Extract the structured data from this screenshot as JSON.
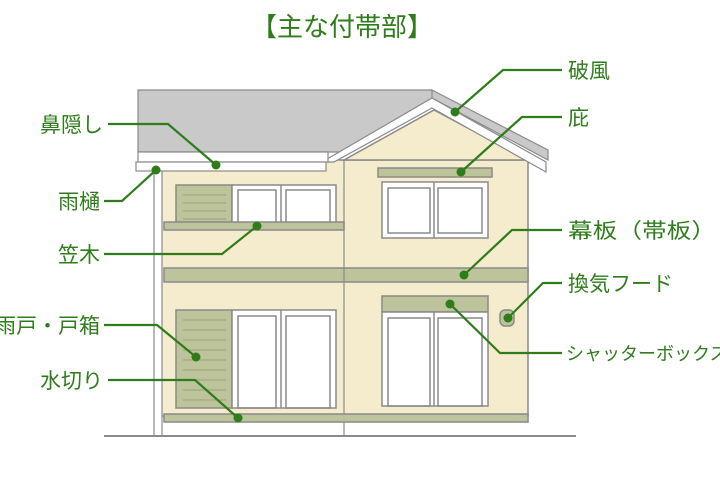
{
  "title": "【主な付帯部】",
  "labels": {
    "hafu": "破風",
    "hisashi": "庇",
    "hanakakushi": "鼻隠し",
    "amadoi": "雨樋",
    "kasagi": "笠木",
    "makuita": "幕板（帯板）",
    "kankifood": "換気フード",
    "amado": "雨戸・戸箱",
    "shutter": "シャッターボックス",
    "mizukiri": "水切り"
  },
  "colors": {
    "accent": "#2e7d1a",
    "wall": "#f5ebcd",
    "trim": "#bdc39a",
    "roof": "#c9c9c9"
  }
}
